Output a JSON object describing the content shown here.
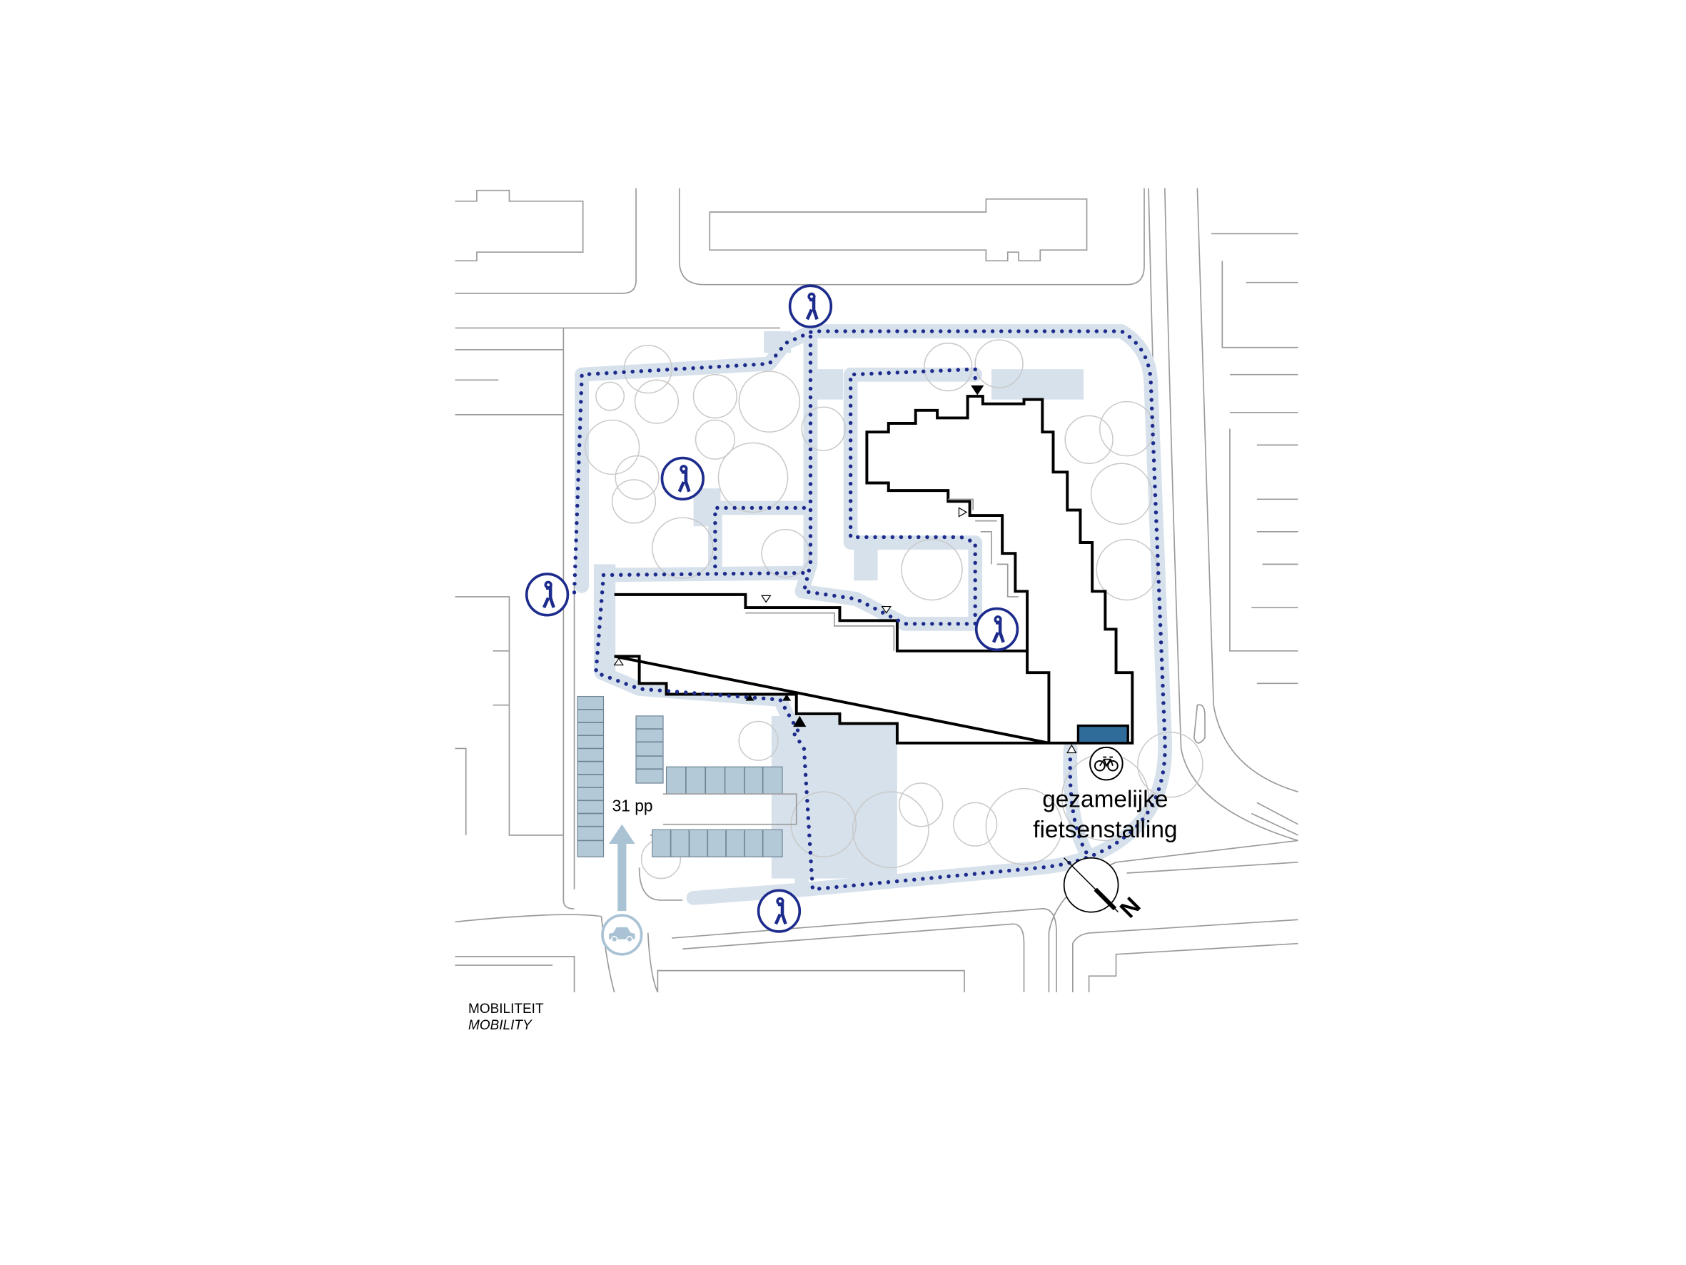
{
  "map": {
    "parking_label": "31 pp",
    "bike_label_line1": "gezamelijke",
    "bike_label_line2": "fietsenstalling",
    "north_label": "N",
    "colors": {
      "route": "#1d2c8c",
      "path": "#d7e1eb",
      "parking": "#b4c9d8",
      "bike_storage": "#2f6c99",
      "car_access": "#a9c2d4"
    }
  },
  "caption": {
    "title": "MOBILITEIT",
    "subtitle": "MOBILITY"
  }
}
